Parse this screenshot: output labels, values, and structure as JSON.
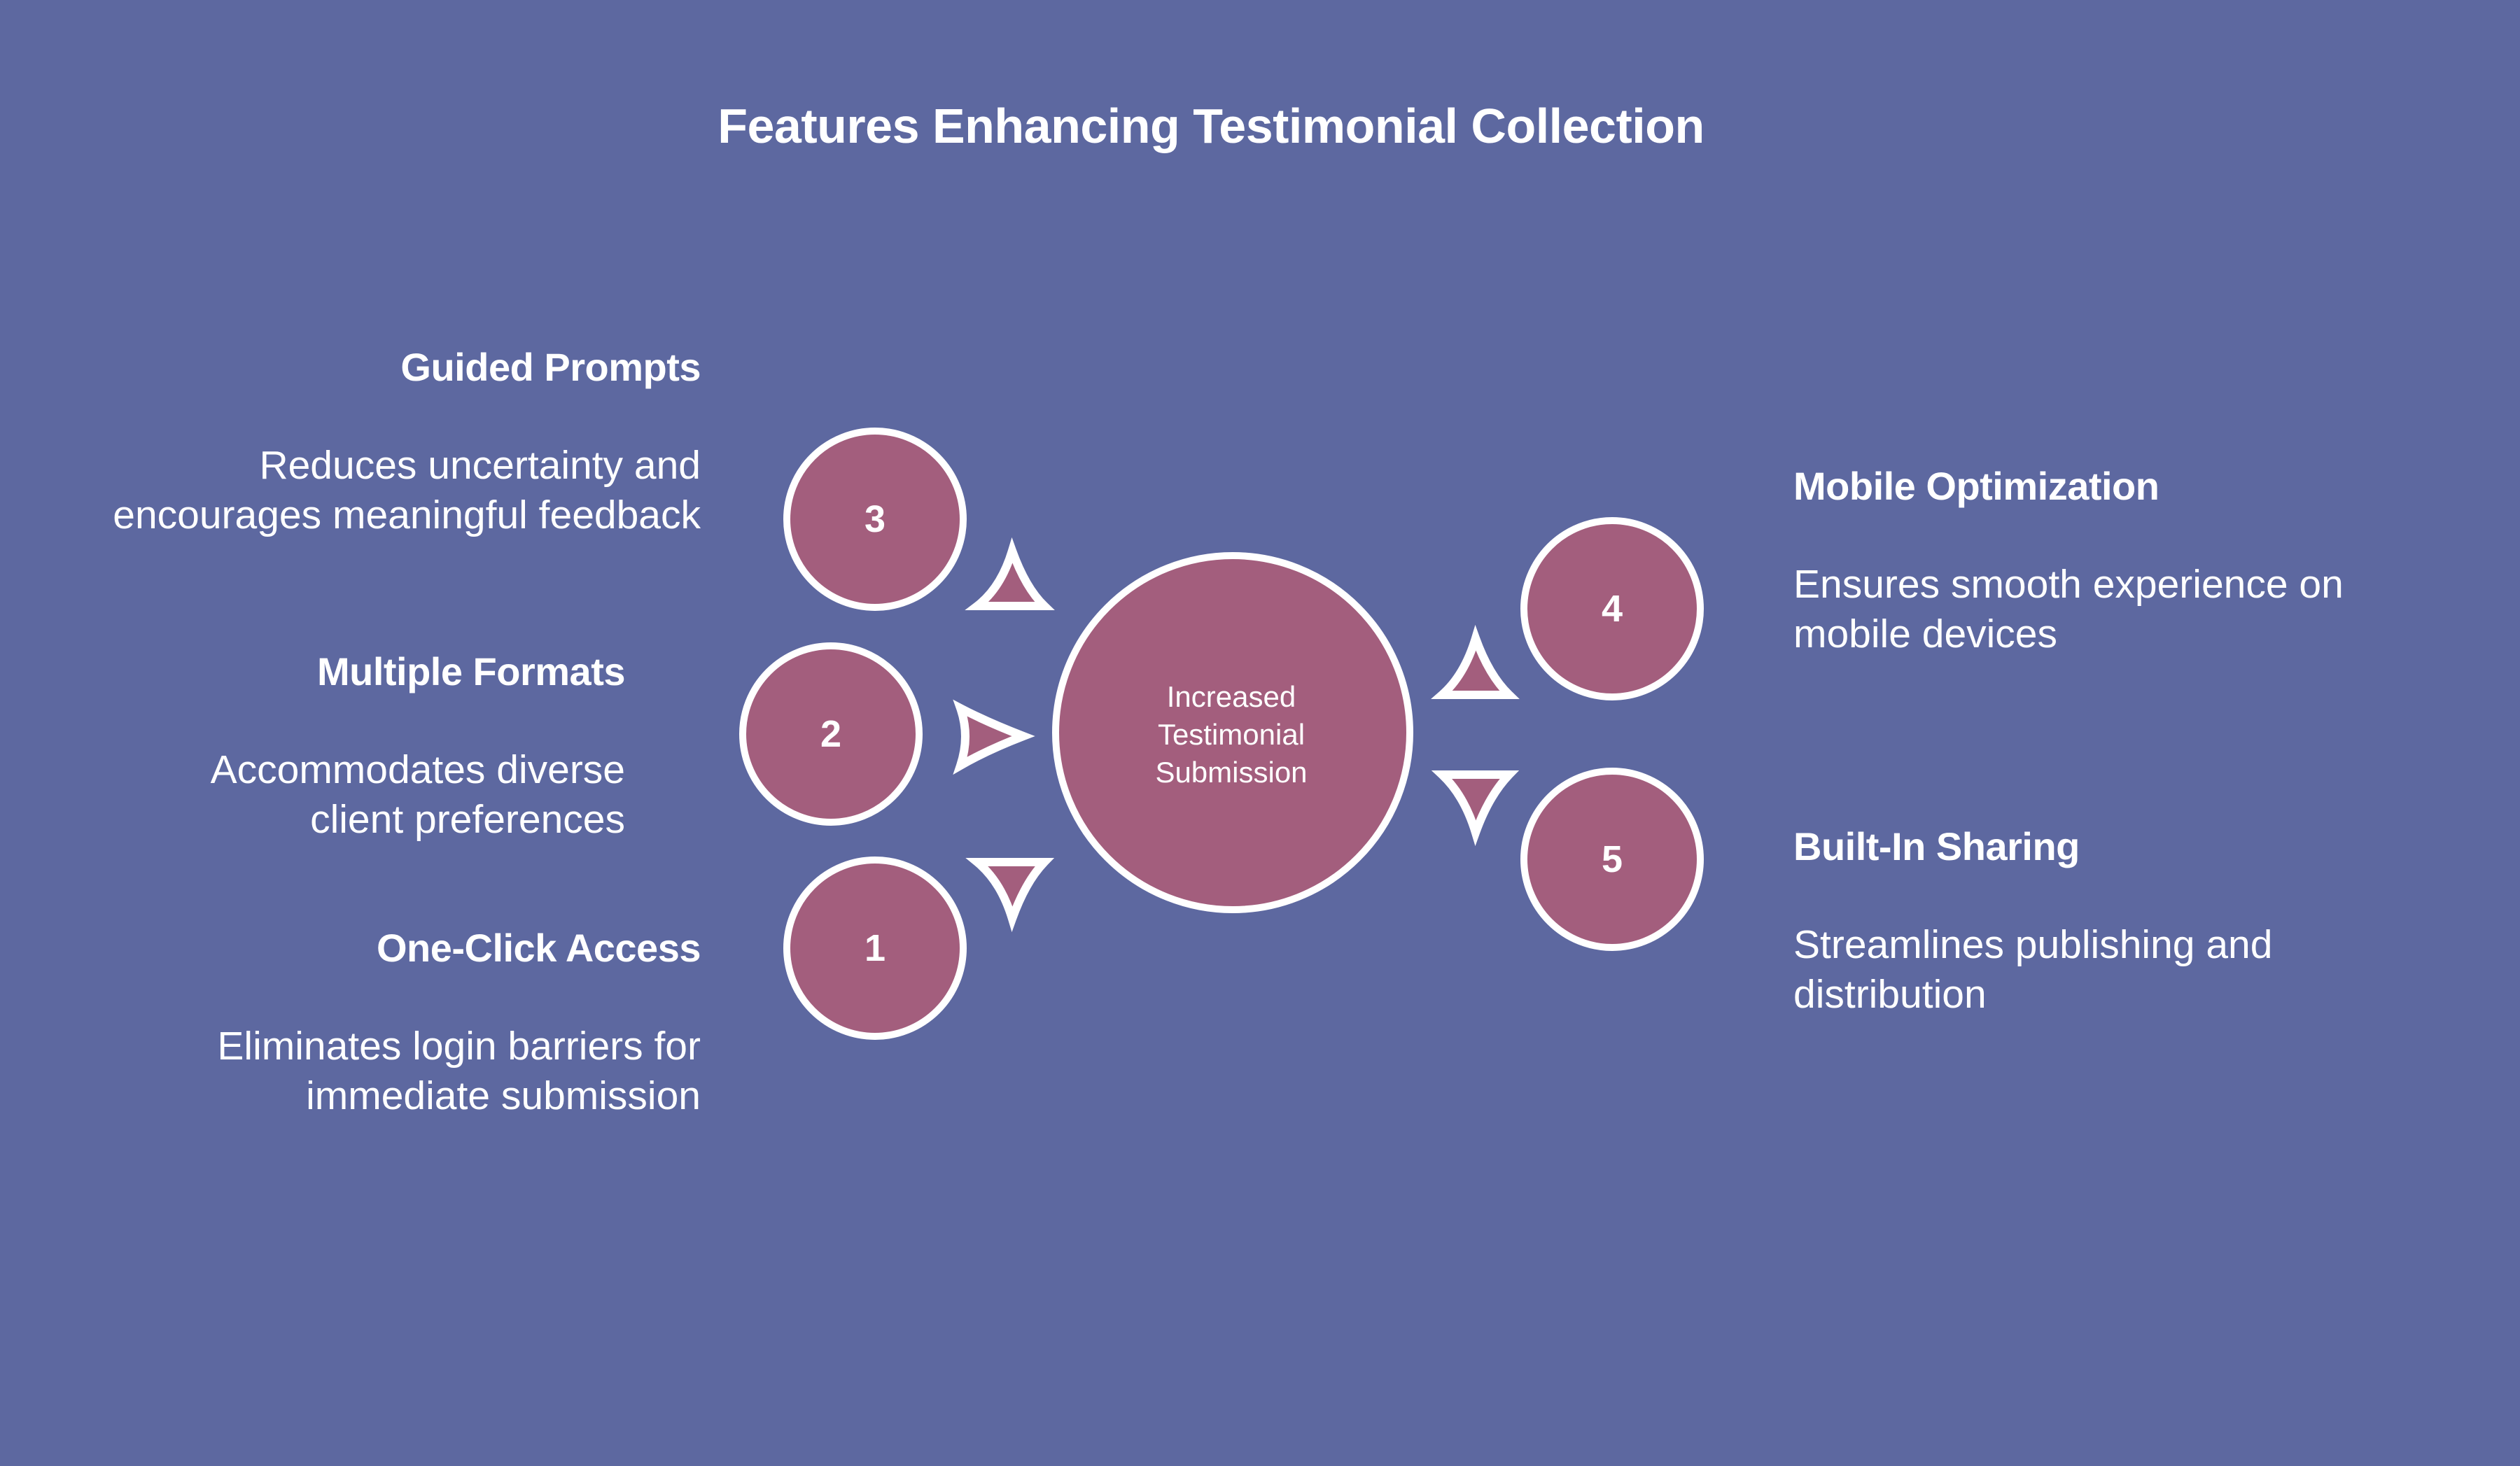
{
  "title": "Features Enhancing Testimonial Collection",
  "colors": {
    "background": "#5d68a0",
    "node_fill": "#a35e7d",
    "stroke": "#ffffff"
  },
  "center": {
    "label": "Increased\nTestimonial\nSubmission"
  },
  "features": [
    {
      "number": "1",
      "title": "One-Click Access",
      "description": "Eliminates login barriers for\nimmediate submission"
    },
    {
      "number": "2",
      "title": "Multiple Formats",
      "description": "Accommodates diverse\nclient preferences"
    },
    {
      "number": "3",
      "title": "Guided Prompts",
      "description": "Reduces uncertainty and\nencourages meaningful feedback"
    },
    {
      "number": "4",
      "title": "Mobile Optimization",
      "description": "Ensures smooth experience on\nmobile devices"
    },
    {
      "number": "5",
      "title": "Built-In Sharing",
      "description": "Streamlines publishing and\ndistribution"
    }
  ]
}
